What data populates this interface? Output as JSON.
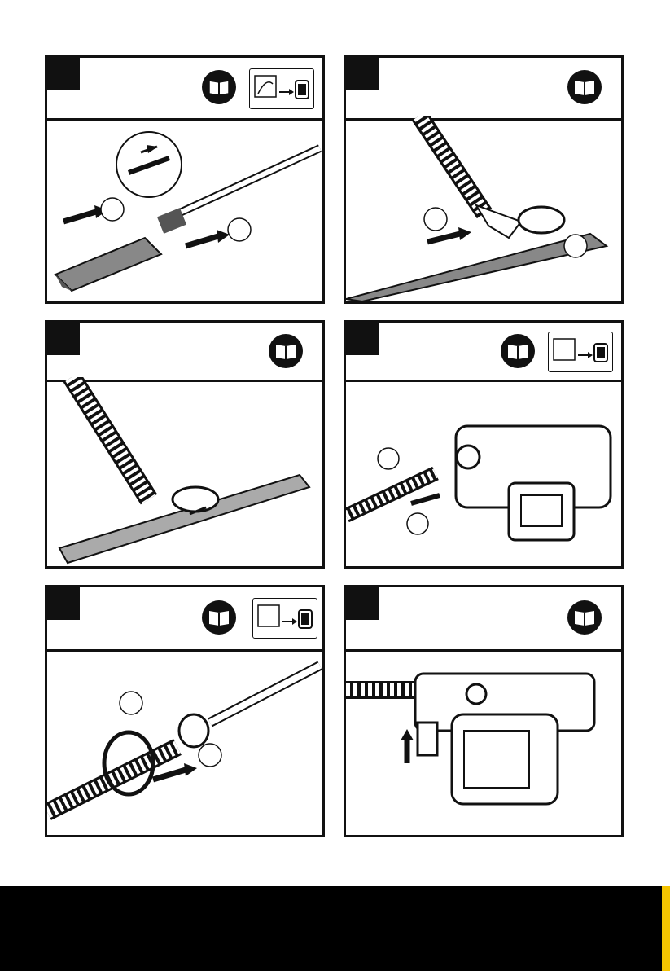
{
  "panels": [
    {
      "id": "a",
      "step": "",
      "has_thumb": true,
      "callouts": [
        "",
        ""
      ]
    },
    {
      "id": "b",
      "step": "",
      "has_thumb": false,
      "callouts": [
        "",
        ""
      ]
    },
    {
      "id": "c",
      "step": "",
      "has_thumb": false,
      "callouts": []
    },
    {
      "id": "d",
      "step": "",
      "has_thumb": true,
      "callouts": [
        "",
        ""
      ]
    },
    {
      "id": "e",
      "step": "",
      "has_thumb": true,
      "callouts": [
        "",
        ""
      ]
    },
    {
      "id": "f",
      "step": "",
      "has_thumb": false,
      "callouts": []
    }
  ],
  "icons": {
    "manual": "book-icon",
    "device": "device-thumbnail-icon"
  },
  "colors": {
    "ink": "#111111",
    "footer": "#000000",
    "accent": "#f5c400",
    "paper": "#ffffff"
  }
}
